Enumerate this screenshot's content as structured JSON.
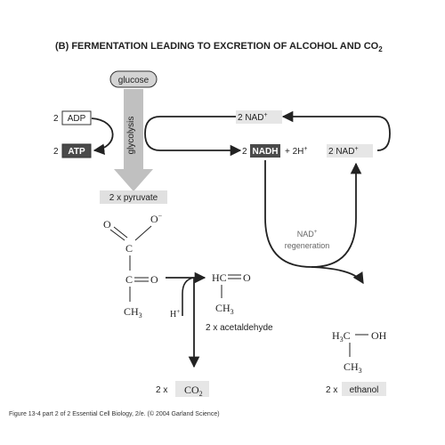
{
  "title": "(B)  FERMENTATION LEADING TO EXCRETION OF ALCOHOL AND CO",
  "title_sub": "2",
  "glucose": "glucose",
  "glycolysis": "glycolysis",
  "adp": "ADP",
  "atp": "ATP",
  "coef_adp": "2",
  "coef_atp": "2",
  "nad_top": "2 NAD",
  "nad_top_sup": "+",
  "nadh_coef": "2",
  "nadh": "NADH",
  "plus_2h": "+ 2H",
  "plus_2h_sup": "+",
  "nad_right": "2 NAD",
  "nad_right_sup": "+",
  "pyruvate": "2 x pyruvate",
  "regen_line1": "NAD",
  "regen_sup": "+",
  "regen_line2": "regeneration",
  "hplus": "H",
  "hplus_sup": "+",
  "pyr_o_dbl": "O",
  "pyr_o_neg": "O",
  "pyr_neg": "−",
  "pyr_c1": "C",
  "pyr_c2": "C",
  "pyr_o3": "O",
  "pyr_ch3": "CH",
  "pyr_ch3_sub": "3",
  "ace_hc": "HC",
  "ace_o": "O",
  "ace_ch3": "CH",
  "ace_ch3_sub": "3",
  "acetaldehyde": "2 x acetaldehyde",
  "eth_h3c": "H",
  "eth_h3c_sub": "3",
  "eth_c": "C",
  "eth_oh": "OH",
  "eth_ch3": "CH",
  "eth_ch3_sub": "3",
  "co2_coef": "2 x",
  "co2": "CO",
  "co2_sub": "2",
  "ethanol_coef": "2 x",
  "ethanol": "ethanol",
  "caption": "Figure 13-4 part 2 of 2  Essential Cell Biology, 2/e. (© 2004 Garland Science)",
  "colors": {
    "dark_box": "#4a4a4a",
    "light_box": "#d4d4d4",
    "glycolysis_arrow": "#c0c0c0"
  }
}
